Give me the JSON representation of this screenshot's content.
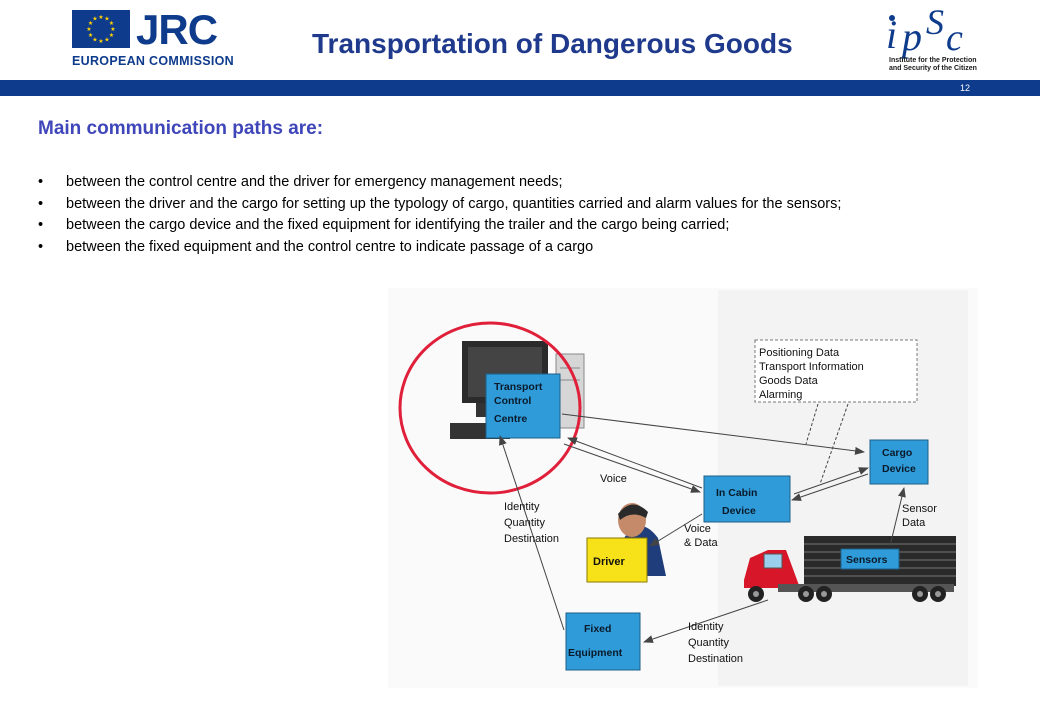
{
  "header": {
    "jrc": "JRC",
    "commission": "EUROPEAN COMMISSION",
    "title": "Transportation of Dangerous Goods",
    "ipsc_tagline_line1": "Institute for the Protection",
    "ipsc_tagline_line2": "and Security of the Citizen",
    "page_number": "12",
    "colors": {
      "brand_blue": "#0e3b8c",
      "heading_blue": "#3f46b9"
    }
  },
  "content": {
    "heading": "Main communication paths are:",
    "bullet_char": "•",
    "bullets": [
      "between the control centre and the driver for emergency management needs;",
      "between the driver and the cargo for setting up the typology of cargo, quantities carried and alarm values for the sensors;",
      "between the cargo device and the fixed equipment for identifying the trailer and the cargo being carried;",
      "between the fixed equipment and the control centre to indicate passage of a cargo"
    ]
  },
  "diagram": {
    "tcc_line1": "Transport",
    "tcc_line2": "Control",
    "tcc_line3": "Centre",
    "cargo_line1": "Cargo",
    "cargo_line2": "Device",
    "incabin_line1": "In Cabin",
    "incabin_line2": "Device",
    "driver": "Driver",
    "fixed_line1": "Fixed",
    "fixed_line2": "Equipment",
    "sensors": "Sensors",
    "info": [
      "Positioning Data",
      "Transport Information",
      "Goods Data",
      "Alarming"
    ],
    "voice": "Voice",
    "voice_data_line1": "Voice",
    "voice_data_line2": "& Data",
    "sensor_data_line1": "Sensor",
    "sensor_data_line2": "Data",
    "identity_left": [
      "Identity",
      "Quantity",
      "Destination"
    ],
    "identity_right": [
      "Identity",
      "Quantity",
      "Destination"
    ],
    "colors": {
      "box": "#2f9bd8",
      "driver_box": "#f7e21a",
      "ring": "#e0203a",
      "truck": "#d8162a"
    }
  }
}
